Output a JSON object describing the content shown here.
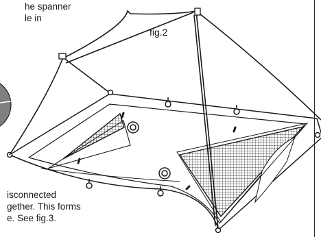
{
  "text": {
    "top_lines": [
      "he spanner",
      "le in"
    ],
    "figure_label": "fig.2",
    "bottom_lines": [
      "isconnected",
      "gether. This forms",
      "e. See fig.3."
    ]
  },
  "colors": {
    "line": "#1a1a1a",
    "disc_fill": "#7f7f7f",
    "paper": "#ffffff"
  }
}
